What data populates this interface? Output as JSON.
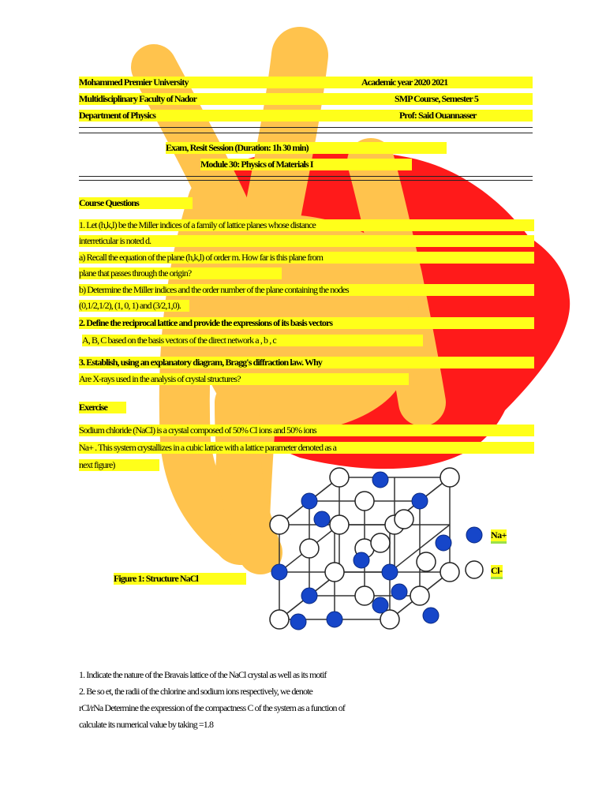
{
  "header": {
    "university": "Mohammed Premier University",
    "academic_year": "Academic year 2020 2021",
    "faculty": "Multidisciplinary Faculty of Nador",
    "course": "SMP Course, Semester 5",
    "department": "Department of Physics",
    "professor": "Prof: Said Ouannasser"
  },
  "exam": {
    "session": "Exam, Resit Session (Duration: 1h 30 min)",
    "module": "Module 30: Physics of Materials I"
  },
  "questions": {
    "title": "Course Questions",
    "q1_line1": "1. Let (h,k,l) be the Miller indices of a family of lattice planes whose distance",
    "q1_line2": "interreticular is noted d.",
    "q1a_line1": "a) Recall the equation of the plane (h,k,l) of order m. How far is this plane from",
    "q1a_line2": "plane that passes through the origin?",
    "q1b_line1": "b) Determine the Miller indices and the order number of the plane containing the nodes",
    "q1b_line2": "(0,1/2,1/2), (1, 0, 1) and (3/2,1,0).",
    "q2": "2. Define the reciprocal lattice and provide the expressions of its basis vectors",
    "q2_sub": "A, B, C based on the basis vectors of the direct network a , b , c",
    "q3_line1": "3. Establish, using an explanatory diagram, Bragg's diffraction law. Why",
    "q3_line2": "Are X-rays used in the analysis of crystal structures?"
  },
  "exercise": {
    "title": "Exercise",
    "p1_line1": "Sodium chloride (NaCl) is a crystal composed of 50% Cl ions and 50% ions",
    "p1_line2": "Na+ . This system crystallizes in a cubic lattice with a lattice parameter denoted as a",
    "p1_line3": "next figure)",
    "figure_caption": "Figure 1: Structure NaCl",
    "legend_na": "Na+",
    "legend_cl": "Cl-",
    "q1": "1. Indicate the nature of the Bravais lattice of the NaCl crystal as well as its motif",
    "q2_line1": "2. Be so et, the radii of the chlorine and sodium ions respectively, we denote",
    "q2_line2": "rCl/rNa Determine the expression of the compactness C of the system as a function of",
    "q2_line3": "calculate its numerical value by taking =1.8"
  },
  "colors": {
    "highlight": "#ffff1a",
    "finger_paint": "#ffc34d",
    "red_paint": "#ff1a1a",
    "na_ion": "#1646c9",
    "cl_ion": "#ffffff"
  }
}
